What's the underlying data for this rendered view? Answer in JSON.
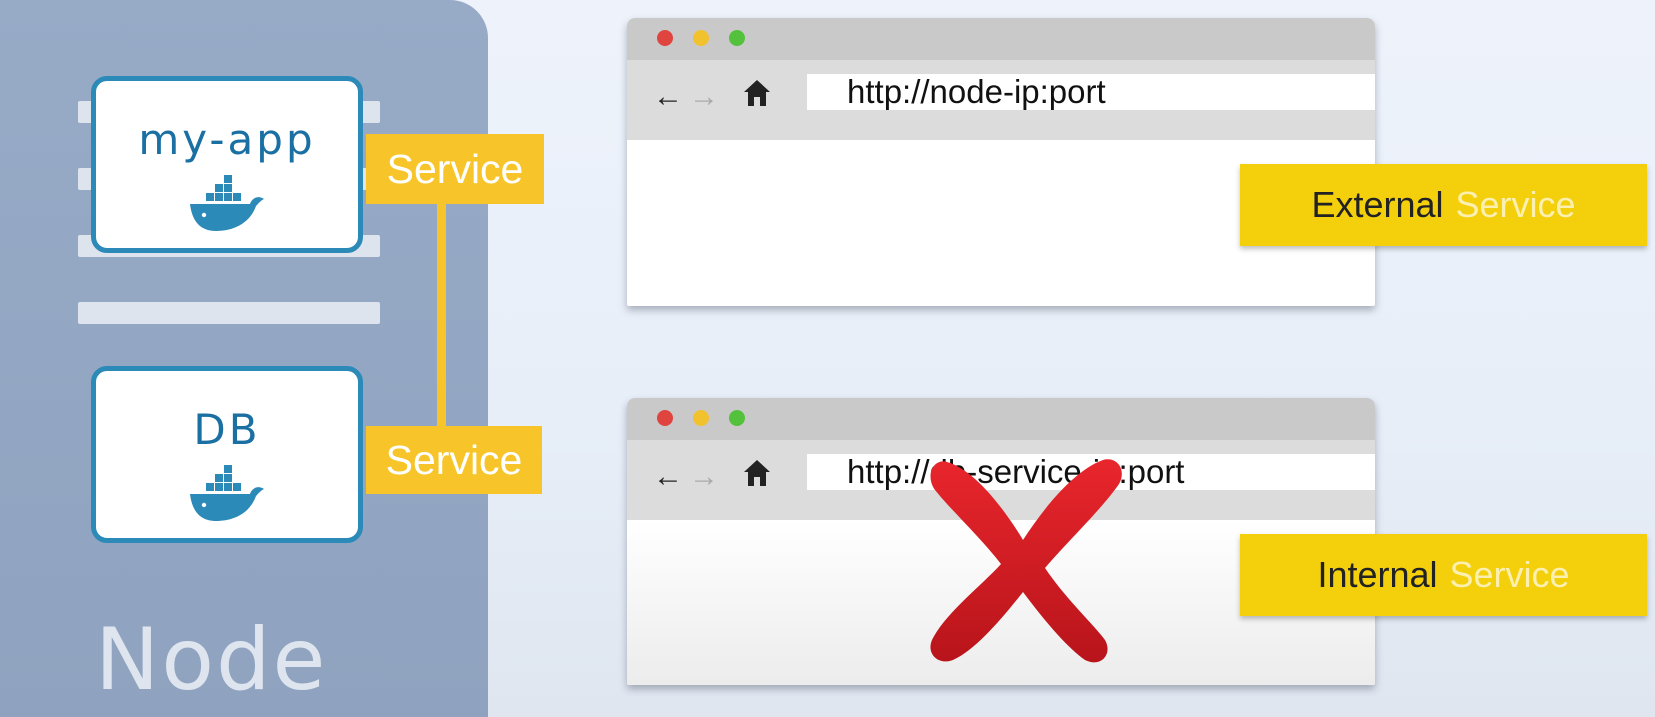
{
  "node": {
    "label": "Node",
    "pods": [
      {
        "label": "my-app",
        "icon": "docker-whale-icon"
      },
      {
        "label": "DB",
        "icon": "docker-whale-icon"
      }
    ],
    "services": [
      "Service",
      "Service"
    ]
  },
  "browsers": [
    {
      "url": "http://node-ip:port",
      "badge_main": "External",
      "badge_highlight": "Service",
      "blocked": false
    },
    {
      "url": "http://db-service-ip:port",
      "badge_main": "Internal",
      "badge_highlight": "Service",
      "blocked": true
    }
  ],
  "colors": {
    "node_panel": "#8fa3c0",
    "pod_border": "#2c8ab8",
    "service_tag": "#f7c52a",
    "badge": "#f4cf0c",
    "cross": "#d81f26"
  }
}
